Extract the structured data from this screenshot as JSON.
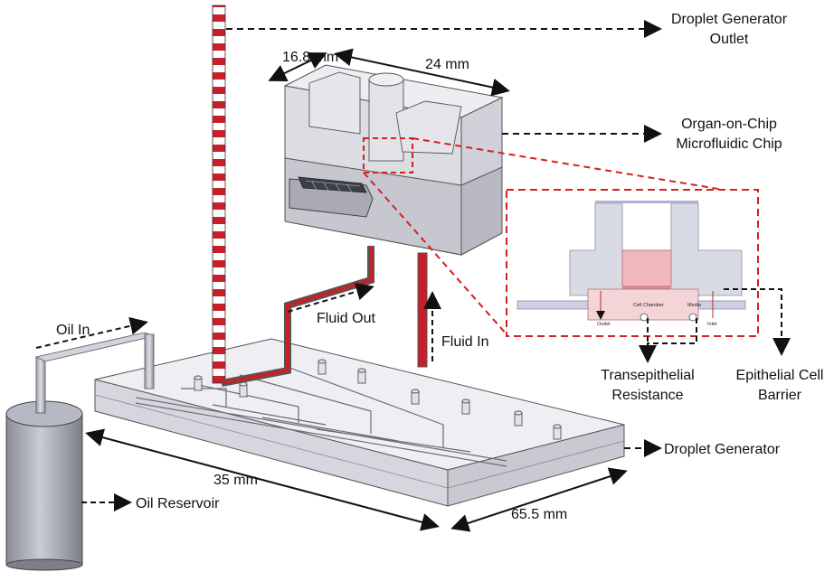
{
  "labels": {
    "droplet_generator_outlet_1": "Droplet Generator",
    "droplet_generator_outlet_2": "Outlet",
    "organ_on_chip_1": "Organ-on-Chip",
    "organ_on_chip_2": "Microfluidic Chip",
    "fluid_out": "Fluid Out",
    "fluid_in": "Fluid In",
    "oil_in": "Oil In",
    "oil_reservoir": "Oil Reservoir",
    "droplet_generator": "Droplet Generator",
    "transepithelial_1": "Transepithelial",
    "transepithelial_2": "Resistance",
    "epithelial_1": "Epithelial Cell",
    "epithelial_2": "Barrier"
  },
  "dimensions": {
    "chip_depth": "16.8 mm",
    "chip_width": "24 mm",
    "base_width": "35 mm",
    "base_depth": "65.5 mm"
  },
  "inset": {
    "cell_chamber": "Cell Chamber",
    "media": "Media",
    "outlet": "Outlet",
    "inlet": "Inlet"
  },
  "colors": {
    "tube_red": "#c8202a",
    "inset_border": "#d42020",
    "cell_pink": "#f0b8bc",
    "glass": "#e6e6ec"
  }
}
